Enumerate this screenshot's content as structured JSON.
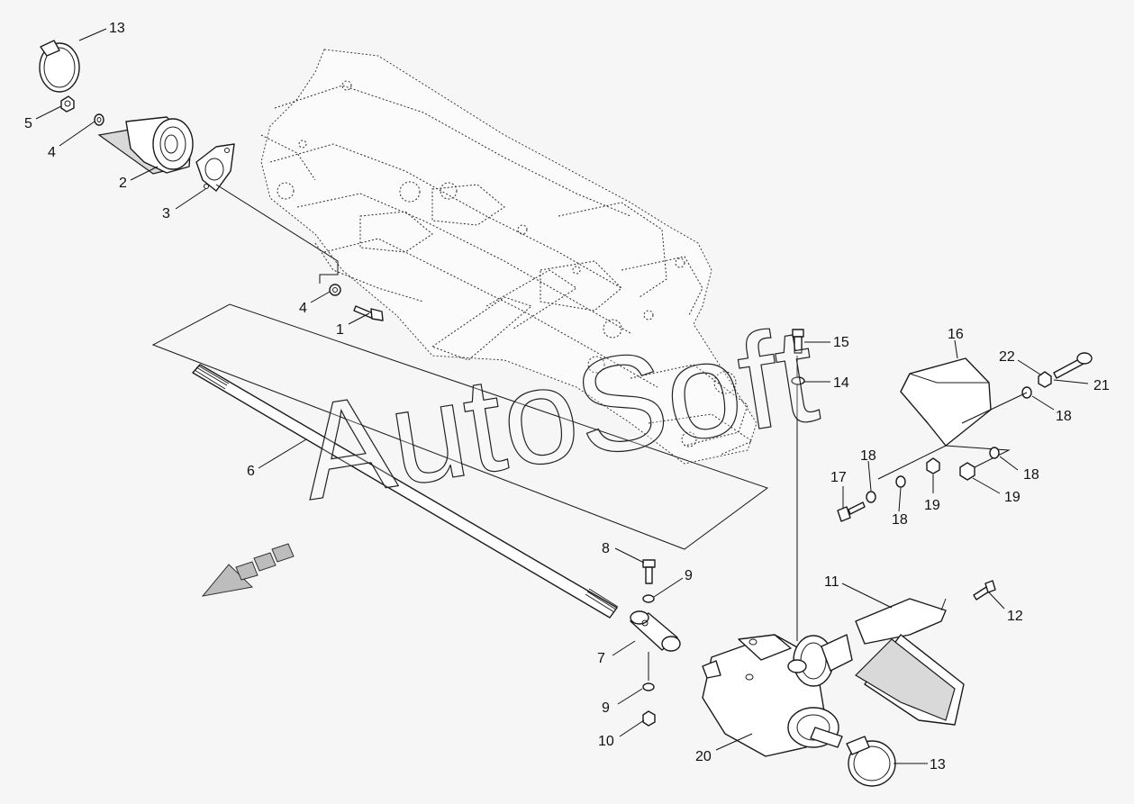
{
  "watermark": "AutoSoft",
  "callouts": {
    "c13a": "13",
    "c5": "5",
    "c4a": "4",
    "c2": "2",
    "c3": "3",
    "c4b": "4",
    "c1": "1",
    "c6": "6",
    "c15": "15",
    "c14": "14",
    "c16": "16",
    "c22": "22",
    "c21": "21",
    "c18a": "18",
    "c18b": "18",
    "c18c": "18",
    "c18d": "18",
    "c17": "17",
    "c19a": "19",
    "c19b": "19",
    "c8": "8",
    "c9a": "9",
    "c7": "7",
    "c9b": "9",
    "c10": "10",
    "c11": "11",
    "c12": "12",
    "c20": "20",
    "c13b": "13"
  },
  "colors": {
    "line": "#1a1a1a",
    "background": "#f6f6f6",
    "shade": "#d9d9d9"
  },
  "icons": {
    "direction-arrow": "forward-direction-arrow-icon"
  }
}
